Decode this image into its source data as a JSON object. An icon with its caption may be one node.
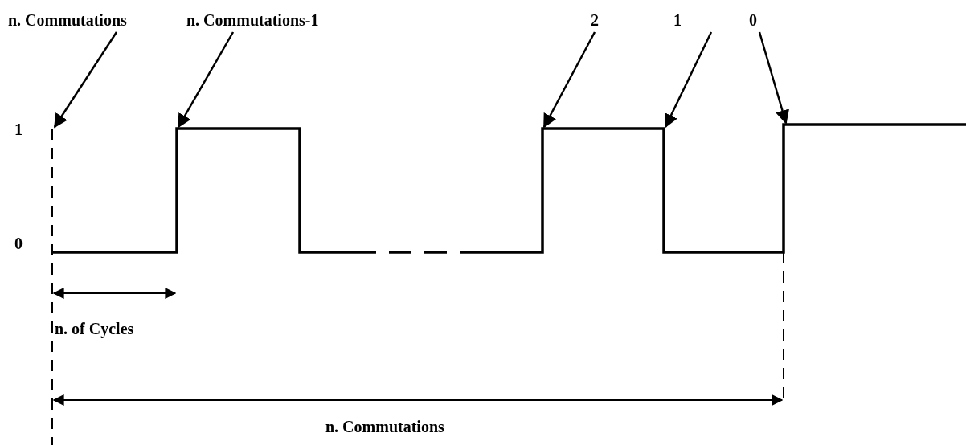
{
  "diagram": {
    "nodes": [
      {
        "text": [
          "n. Commutations"
        ]
      },
      {
        "text": [
          "n. Commutations-1"
        ]
      },
      {
        "text": [
          "2"
        ]
      },
      {
        "text": [
          "1"
        ]
      },
      {
        "text": [
          "0"
        ]
      }
    ],
    "edges": [
      {
        "from": 0,
        "to": null,
        "arrow": "to"
      },
      {
        "from": 1,
        "to": null,
        "arrow": "to"
      },
      {
        "from": 2,
        "to": null,
        "arrow": "to"
      },
      {
        "from": 3,
        "to": null,
        "arrow": "to"
      },
      {
        "from": 4,
        "to": null,
        "arrow": "to"
      }
    ],
    "labels": [
      "1",
      "0",
      "n. of Cycles",
      "n. Commutations"
    ]
  }
}
